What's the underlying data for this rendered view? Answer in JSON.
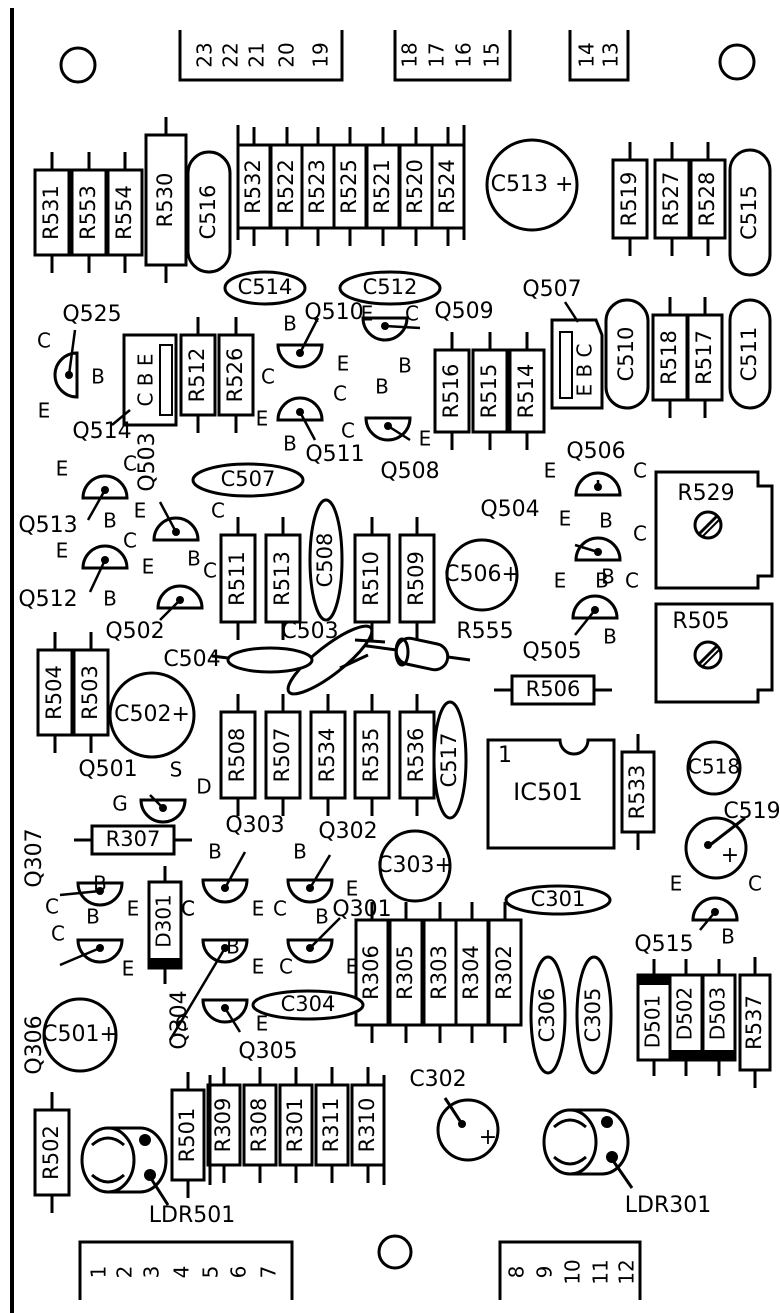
{
  "colors": {
    "ink": "#000000",
    "paper": "#ffffff"
  },
  "connectors": [
    {
      "pins": [
        "23",
        "22",
        "21",
        "20",
        "19"
      ]
    },
    {
      "pins": [
        "18",
        "17",
        "16",
        "15"
      ]
    },
    {
      "pins": [
        "14",
        "13"
      ]
    },
    {
      "pins": [
        "1",
        "2",
        "3",
        "4",
        "5",
        "6",
        "7"
      ]
    },
    {
      "pins": [
        "8",
        "9",
        "10",
        "11",
        "12"
      ]
    }
  ],
  "resistors": [
    "R531",
    "R553",
    "R554",
    "R530",
    "R532",
    "R522",
    "R523",
    "R525",
    "R521",
    "R520",
    "R524",
    "R519",
    "R527",
    "R528",
    "R512",
    "R526",
    "R516",
    "R515",
    "R514",
    "R518",
    "R517",
    "R511",
    "R513",
    "R510",
    "R509",
    "R504",
    "R503",
    "R508",
    "R507",
    "R534",
    "R535",
    "R536",
    "R506",
    "R533",
    "R307",
    "R306",
    "R305",
    "R303",
    "R304",
    "R302",
    "R537",
    "R502",
    "R501",
    "R309",
    "R308",
    "R301",
    "R311",
    "R310"
  ],
  "capacitors": [
    "C516",
    "C515",
    "C514",
    "C512",
    "C510",
    "C511",
    "C507",
    "C508",
    "C503",
    "C504",
    "C517",
    "C301",
    "C306",
    "C305",
    "C304"
  ],
  "electrolytics": [
    "C513 +",
    "C506+",
    "C502+",
    "C303+",
    "C501+"
  ],
  "round_caps": [
    "C518",
    "C519",
    "C302"
  ],
  "trimmers": [
    "R529",
    "R505"
  ],
  "diodes": [
    "D301",
    "D501",
    "D502",
    "D503",
    "R555"
  ],
  "ic": {
    "label": "IC501",
    "pin1": "1"
  },
  "transistors": [
    "Q525",
    "Q514",
    "Q510",
    "Q511",
    "Q509",
    "Q508",
    "Q507",
    "Q513",
    "Q503",
    "Q512",
    "Q502",
    "Q506",
    "Q504",
    "Q505",
    "Q501",
    "Q303",
    "Q302",
    "Q307",
    "Q306",
    "Q304",
    "Q301",
    "Q305",
    "Q515"
  ],
  "ldrs": [
    "LDR501",
    "LDR301"
  ],
  "pin_letters": {
    "c": "C",
    "b": "B",
    "e": "E",
    "s": "S",
    "g": "G",
    "d": "D",
    "cbe": "C B E",
    "ebc": "E B C",
    "plus": "+"
  }
}
